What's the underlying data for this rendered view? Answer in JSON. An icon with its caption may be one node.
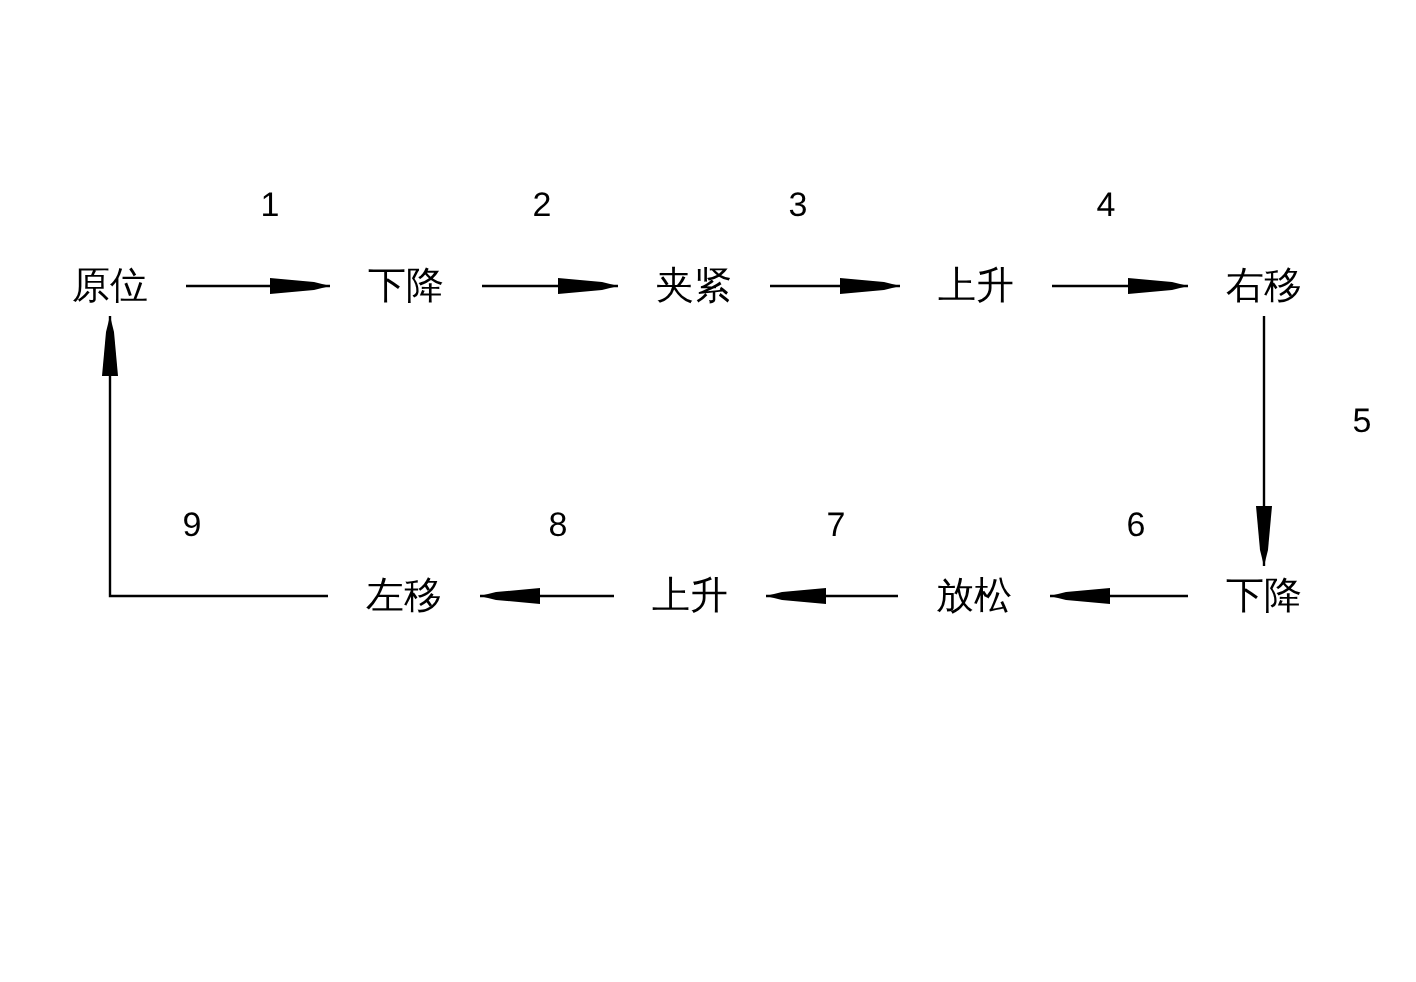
{
  "diagram": {
    "nodes": [
      {
        "text": [
          "原位"
        ]
      },
      {
        "text": [
          "下降"
        ]
      },
      {
        "text": [
          "夹紧"
        ]
      },
      {
        "text": [
          "上升"
        ]
      },
      {
        "text": [
          "右移"
        ]
      },
      {
        "text": [
          "下降"
        ]
      },
      {
        "text": [
          "放松"
        ]
      },
      {
        "text": [
          "上升"
        ]
      },
      {
        "text": [
          "左移"
        ]
      }
    ],
    "edges": [
      {
        "from": 0,
        "to": 1,
        "arrow": "to",
        "label": "1"
      },
      {
        "from": 1,
        "to": 2,
        "arrow": "to",
        "label": "2"
      },
      {
        "from": 2,
        "to": 3,
        "arrow": "to",
        "label": "3"
      },
      {
        "from": 3,
        "to": 4,
        "arrow": "to",
        "label": "4"
      },
      {
        "from": 4,
        "to": 5,
        "arrow": "to",
        "label": "5"
      },
      {
        "from": 5,
        "to": 6,
        "arrow": "to",
        "label": "6"
      },
      {
        "from": 6,
        "to": 7,
        "arrow": "to",
        "label": "7"
      },
      {
        "from": 7,
        "to": 8,
        "arrow": "to",
        "label": "8"
      },
      {
        "from": 8,
        "to": 0,
        "arrow": "to",
        "label": "9"
      }
    ]
  }
}
